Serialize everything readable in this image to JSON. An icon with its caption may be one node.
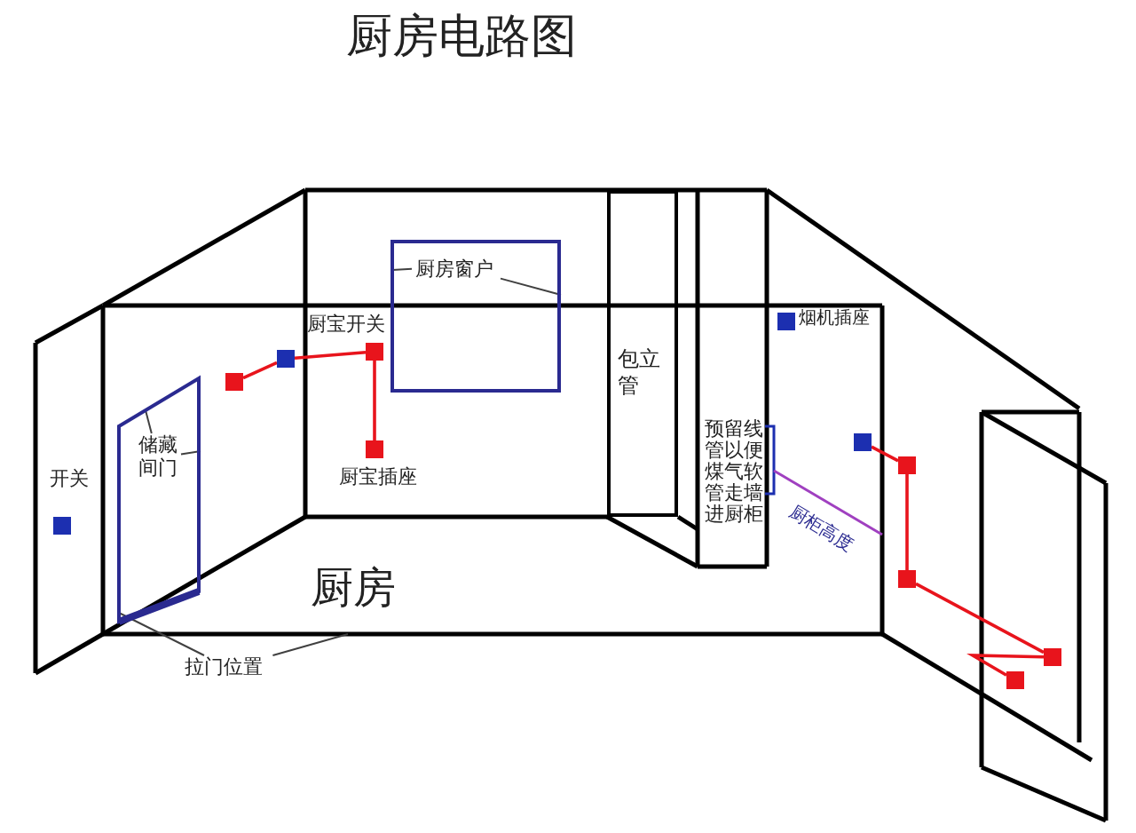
{
  "diagram": {
    "title": "厨房电路图",
    "nodes": [
      {
        "text": [],
        "shape": "box"
      },
      {
        "text": [
          "厨房窗户"
        ],
        "in": 0
      },
      {
        "text": [],
        "shape": "box"
      },
      {
        "text": [
          "储藏间门"
        ],
        "in": 2
      },
      {
        "text": [
          "拉门位置"
        ]
      },
      {
        "text": [
          "包立管"
        ]
      },
      {
        "text": [],
        "shape": "box",
        "beside": [
          "开关"
        ]
      },
      {
        "text": [],
        "shape": "box"
      },
      {
        "text": [],
        "shape": "box"
      },
      {
        "text": [],
        "shape": "box",
        "beside": [
          "厨宝开关"
        ]
      },
      {
        "text": [],
        "shape": "box",
        "beside": [
          "厨宝插座"
        ]
      },
      {
        "text": [],
        "shape": "box",
        "beside": [
          "烟机插座"
        ]
      },
      {
        "text": [],
        "shape": "box"
      },
      {
        "text": [],
        "shape": "box"
      },
      {
        "text": [],
        "shape": "box"
      },
      {
        "text": [],
        "shape": "box"
      },
      {
        "text": [],
        "shape": "box"
      }
    ],
    "edges": [
      {
        "from": 1,
        "to": 0,
        "arrow": "none",
        "color": "#404040"
      },
      {
        "from": 1,
        "to": 0,
        "arrow": "none",
        "color": "#404040"
      },
      {
        "from": 3,
        "to": 2,
        "arrow": "none",
        "color": "#404040"
      },
      {
        "from": 3,
        "to": 2,
        "arrow": "none",
        "color": "#404040"
      },
      {
        "from": 4,
        "to": 2,
        "arrow": "none",
        "color": "#404040"
      },
      {
        "from": 4,
        "to": null,
        "arrow": "none",
        "color": "#404040"
      },
      {
        "from": 7,
        "to": 8,
        "arrow": "none"
      },
      {
        "from": 8,
        "to": 9,
        "arrow": "none"
      },
      {
        "from": 9,
        "to": 10,
        "arrow": "none"
      },
      {
        "from": 12,
        "to": 13,
        "arrow": "none"
      },
      {
        "from": 13,
        "to": 14,
        "arrow": "none"
      },
      {
        "from": 14,
        "to": 15,
        "arrow": "none"
      },
      {
        "from": 15,
        "to": 16,
        "arrow": "none"
      }
    ],
    "labels": [
      "厨房",
      "预留线管以便煤气软管走墙进厨柜",
      "厨柜高度"
    ]
  }
}
